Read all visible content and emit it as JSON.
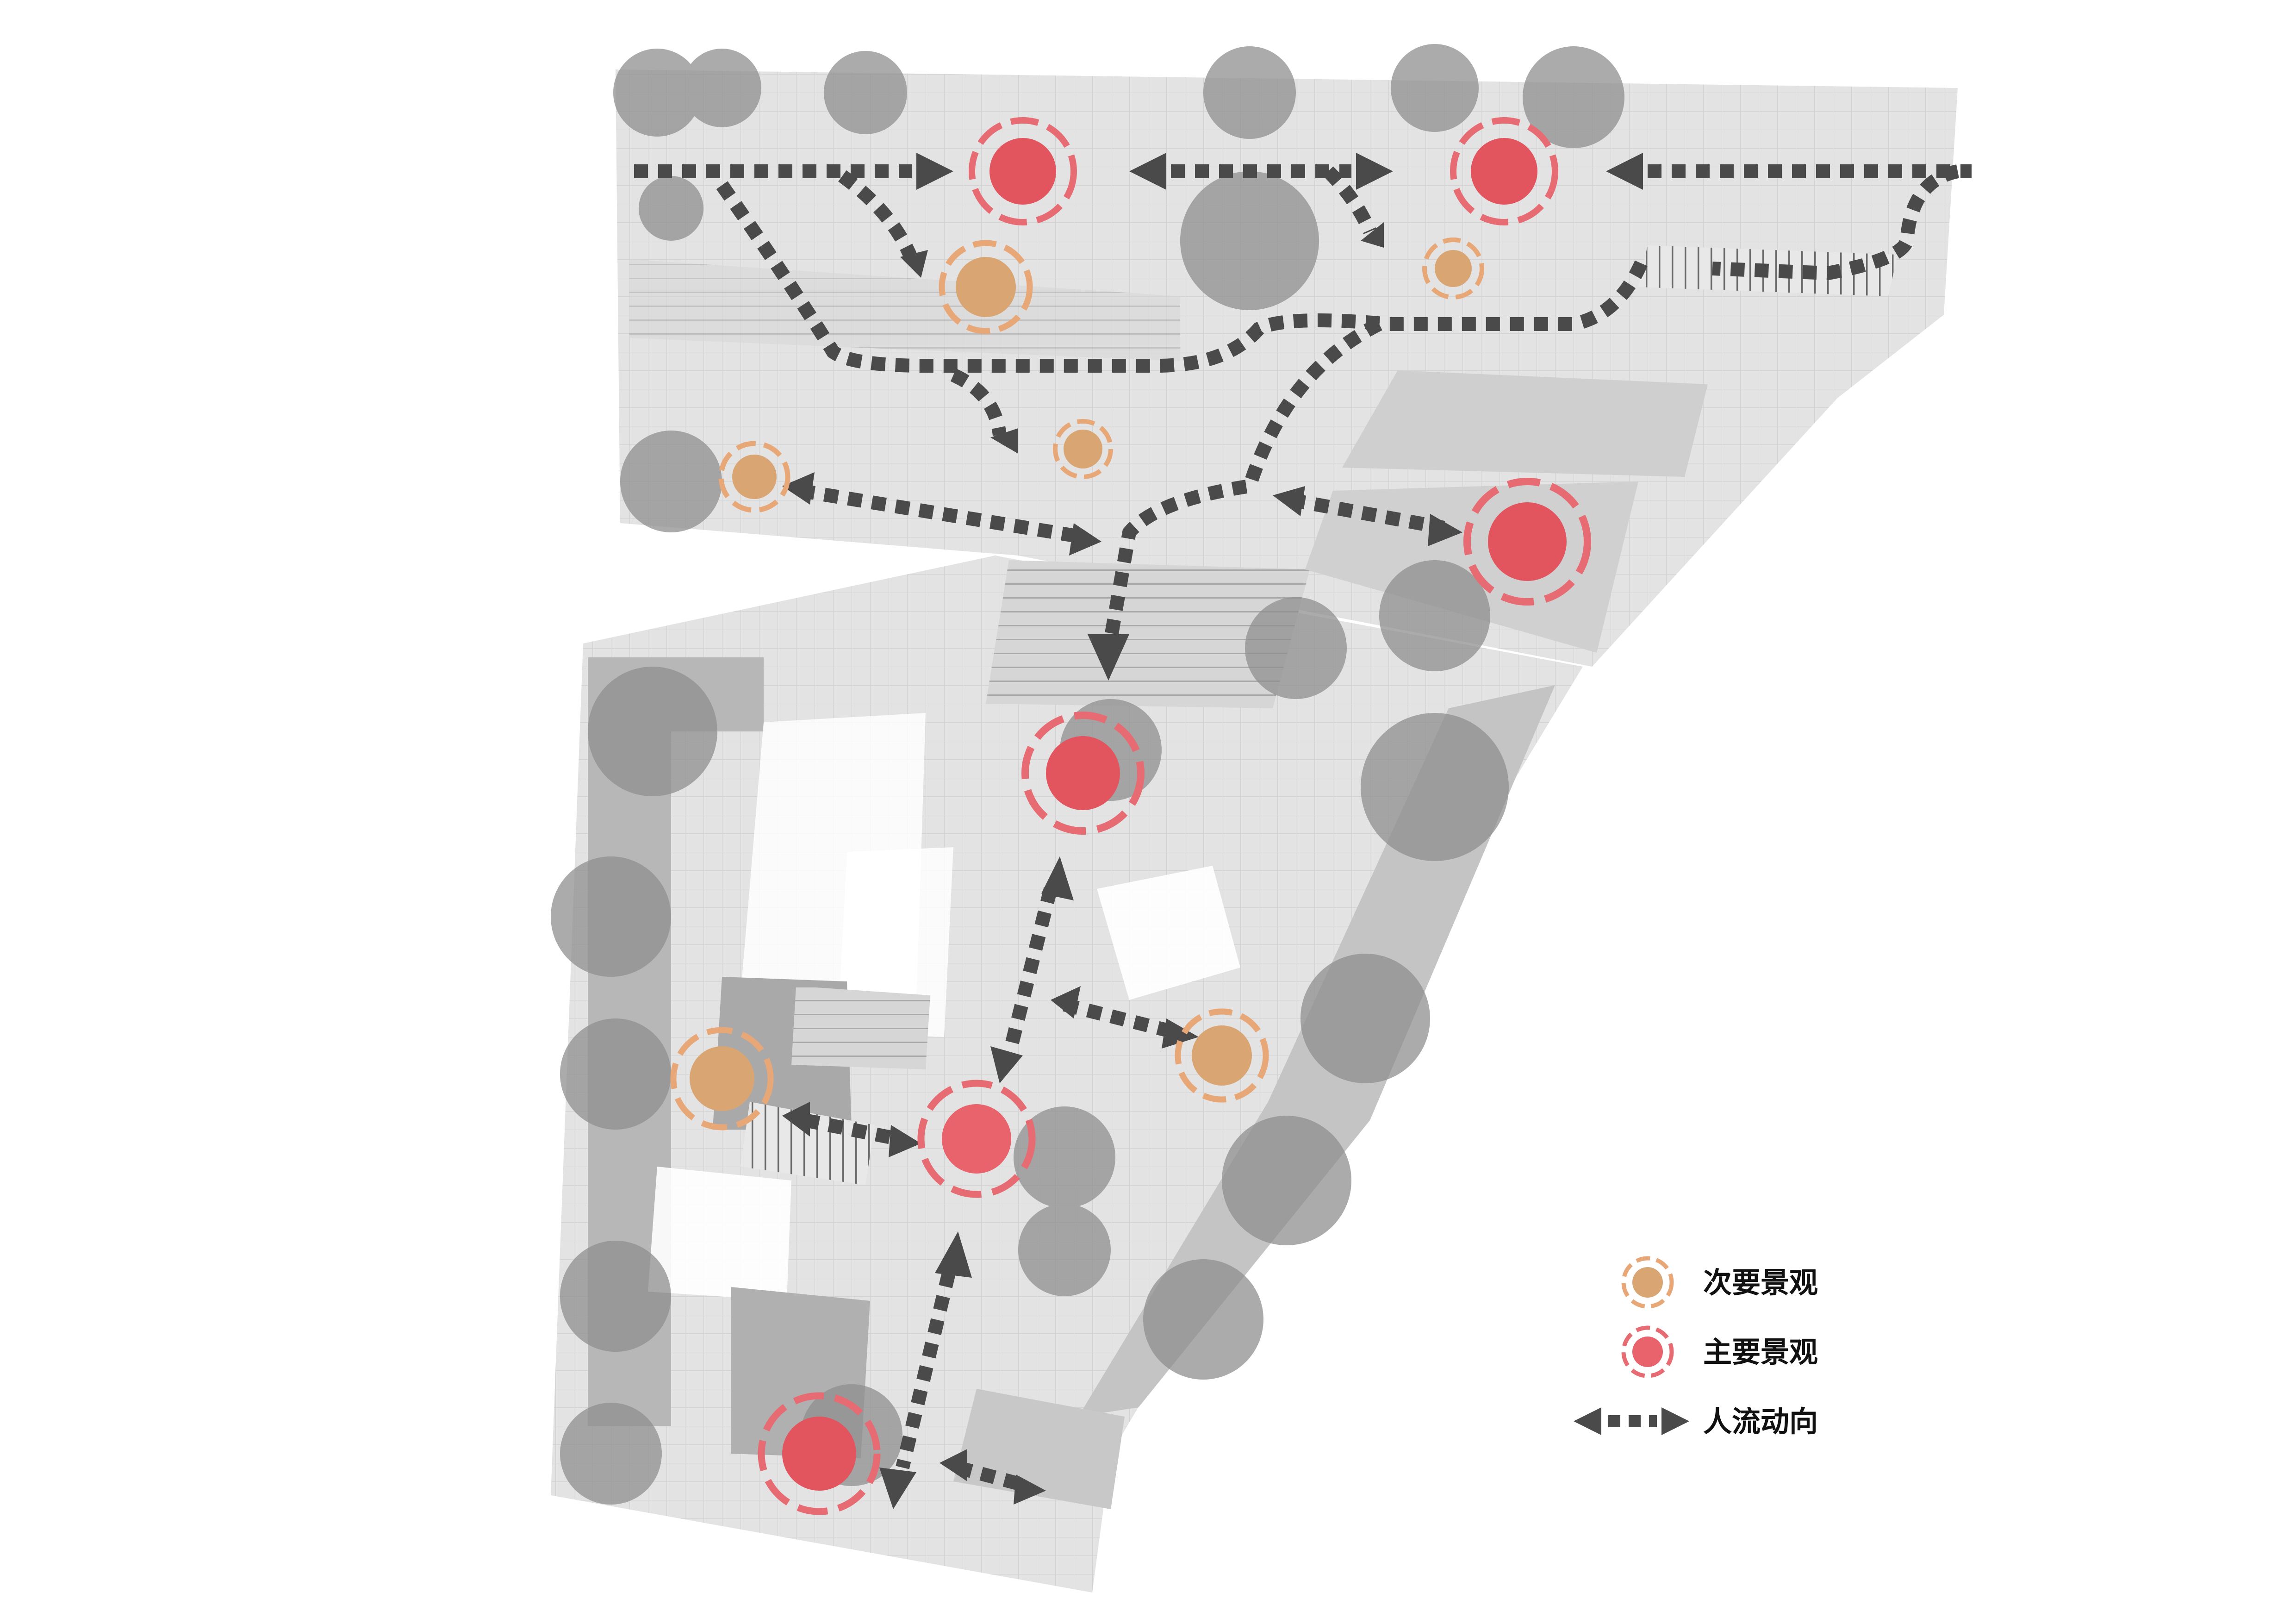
{
  "legend": {
    "secondary_label": "次要景观",
    "primary_label": "主要景观",
    "flow_label": "人流动向"
  },
  "colors": {
    "secondary": "#d9a673",
    "secondary_ring": "#e7a777",
    "primary": "#e2555f",
    "primary_ring": "#e66b72",
    "arrow": "#4a4a4a",
    "site": "#dcdcdc",
    "building": "#b5b5b5",
    "tree": "#8e8e8e"
  }
}
